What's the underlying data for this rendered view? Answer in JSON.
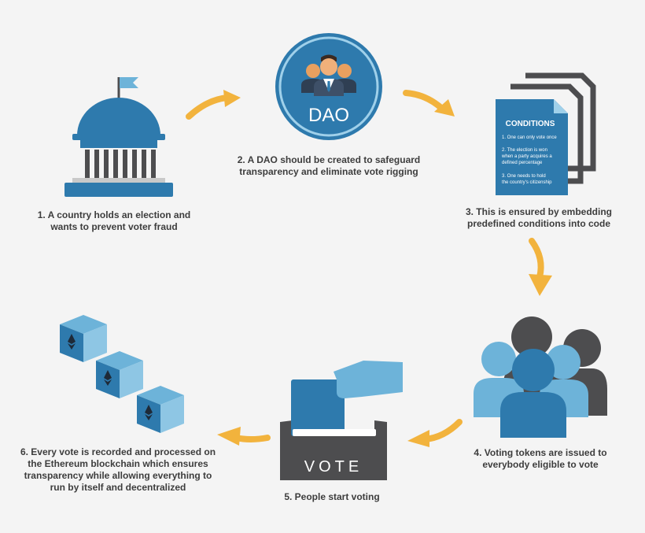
{
  "colors": {
    "background": "#f4f4f4",
    "primary_blue": "#2e7aad",
    "light_blue": "#6db3d9",
    "dark_gray": "#4d4d4f",
    "arrow_orange": "#f2b33d",
    "caption_text": "#3d3d3d"
  },
  "steps": [
    {
      "id": 1,
      "icon": "capitol-building-icon",
      "lines": [
        "1. A country holds an election and",
        "wants to prevent voter fraud"
      ]
    },
    {
      "id": 2,
      "icon": "dao-group-icon",
      "lines": [
        "2. A DAO should be created to safeguard",
        "transparency and eliminate vote rigging"
      ]
    },
    {
      "id": 3,
      "icon": "conditions-document-icon",
      "lines": [
        "3. This is ensured by embedding",
        "predefined conditions into code"
      ]
    },
    {
      "id": 4,
      "icon": "voters-group-icon",
      "lines": [
        "4. Voting tokens are issued to",
        "everybody eligible to vote"
      ]
    },
    {
      "id": 5,
      "icon": "ballot-box-icon",
      "lines": [
        "5. People start voting"
      ]
    },
    {
      "id": 6,
      "icon": "ethereum-blocks-icon",
      "lines": [
        "6. Every vote is recorded and processed on",
        "the Ethereum blockchain which ensures",
        "transparency while allowing everything to",
        "run by itself and decentralized"
      ]
    }
  ],
  "dao": {
    "label": "DAO"
  },
  "document": {
    "title": "CONDITIONS",
    "items": [
      [
        "1. One can only vote once"
      ],
      [
        "2. The election is won",
        "when a party acquires a",
        "defined percentage"
      ],
      [
        "3. One needs to hold",
        "the country's citizenship"
      ]
    ]
  },
  "ballot": {
    "label": "VOTE"
  }
}
